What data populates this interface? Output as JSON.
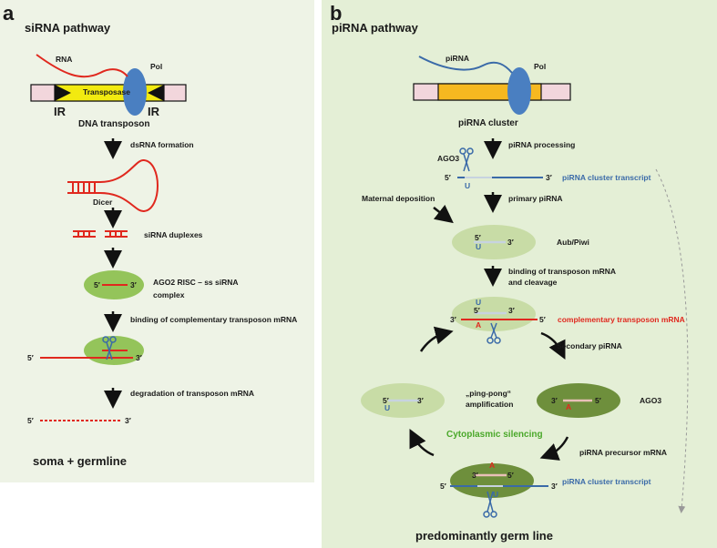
{
  "panel_a": {
    "letter": "a",
    "title": "siRNA pathway",
    "rna": "RNA",
    "pol": "Pol",
    "transposase": "Transposase",
    "ir_left": "IR",
    "ir_right": "IR",
    "dna_transposon": "DNA transposon",
    "dsrna": "dsRNA formation",
    "dicer": "Dicer",
    "sirna_duplexes": "siRNA duplexes",
    "risc": "AGO2 RISC – ss siRNA",
    "complex": "complex",
    "five": "5′",
    "three": "3′",
    "binding": "binding of complementary transposon mRNA",
    "degradation": "degradation of transposon mRNA",
    "soma": "soma + germline"
  },
  "panel_b": {
    "letter": "b",
    "title": "piRNA pathway",
    "pirna": "piRNA",
    "pol": "Pol",
    "cluster": "piRNA cluster",
    "processing": "piRNA processing",
    "ago3_top": "AGO3",
    "cluster_transcript": "piRNA cluster transcript",
    "u": "U",
    "a": "A",
    "primary": "primary piRNA",
    "maternal": "Maternal deposition",
    "aub_piwi": "Aub/Piwi",
    "binding_line1": "binding of transposon mRNA",
    "binding_line2": "and cleavage",
    "complementary": "complementary transposon mRNA",
    "secondary": "Secondary piRNA",
    "pingpong_line1": "„ping-pong“",
    "pingpong_line2": "amplification",
    "ago3": "AGO3",
    "cytoplasmic": "Cytoplasmic silencing",
    "precursor": "piRNA precursor mRNA",
    "cluster_transcript2": "piRNA cluster transcript",
    "germline": "predominantly germ line",
    "five": "5′",
    "three": "3′"
  },
  "colors": {
    "red": "#e0281e",
    "blue": "#3a6aa8",
    "pol": "#4a7fc1",
    "transposase": "#f2ea10",
    "cluster": "#f6b820",
    "pink": "#f2d6dc",
    "light_green": "#c8dca6",
    "mid_green": "#94c45a",
    "dark_green": "#6e8f3c",
    "text_green": "#4aa82a"
  }
}
